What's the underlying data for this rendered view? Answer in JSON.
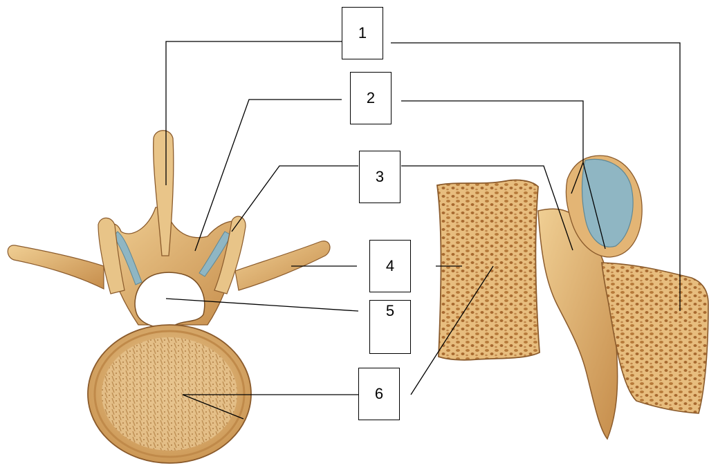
{
  "labels": [
    {
      "id": "1",
      "text": "1"
    },
    {
      "id": "2",
      "text": "2"
    },
    {
      "id": "3",
      "text": "3"
    },
    {
      "id": "4",
      "text": "4"
    },
    {
      "id": "5",
      "text": "5"
    },
    {
      "id": "6",
      "text": "6"
    }
  ],
  "colors": {
    "bone": "#e3b575",
    "bone_shadow": "#b8834a",
    "bone_dark": "#8a5a2b",
    "cartilage": "#8fb6c3",
    "cancellous": "#c98c48",
    "leader": "#000000"
  }
}
